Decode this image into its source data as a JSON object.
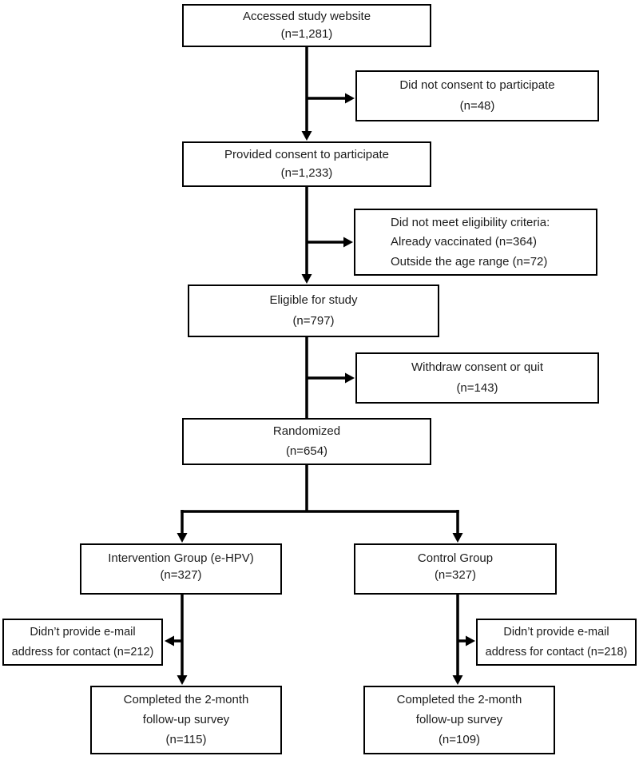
{
  "colors": {
    "line": "#000000",
    "box_border": "#000000",
    "box_fill": "#ffffff",
    "text": "#1c1c1c",
    "background": "#ffffff"
  },
  "nodes": {
    "accessed": {
      "line1": "Accessed study website",
      "line2": "(n=1,281)"
    },
    "not_consent": {
      "line1": "Did not consent to participate",
      "line2": "(n=48)"
    },
    "consented": {
      "line1": "Provided consent to participate",
      "line2": "(n=1,233)"
    },
    "not_eligible": {
      "line1": "Did not meet eligibility criteria:",
      "line2": "Already vaccinated (n=364)",
      "line3": "Outside the age range (n=72)"
    },
    "eligible": {
      "line1": "Eligible for study",
      "line2": "(n=797)"
    },
    "withdraw": {
      "line1": "Withdraw consent or quit",
      "line2": "(n=143)"
    },
    "randomized": {
      "line1": "Randomized",
      "line2": "(n=654)"
    },
    "intervention": {
      "line1": "Intervention Group (e-HPV)",
      "line2": "(n=327)"
    },
    "control": {
      "line1": "Control Group",
      "line2": "(n=327)"
    },
    "no_email_left": {
      "line1": "Didn’t provide e-mail",
      "line2": "address for contact (n=212)"
    },
    "no_email_right": {
      "line1": "Didn’t provide e-mail",
      "line2": "address for contact (n=218)"
    },
    "completed_left": {
      "line1": "Completed the 2-month",
      "line2": "follow-up survey",
      "line3": "(n=115)"
    },
    "completed_right": {
      "line1": "Completed the 2-month",
      "line2": "follow-up survey",
      "line3": "(n=109)"
    }
  }
}
